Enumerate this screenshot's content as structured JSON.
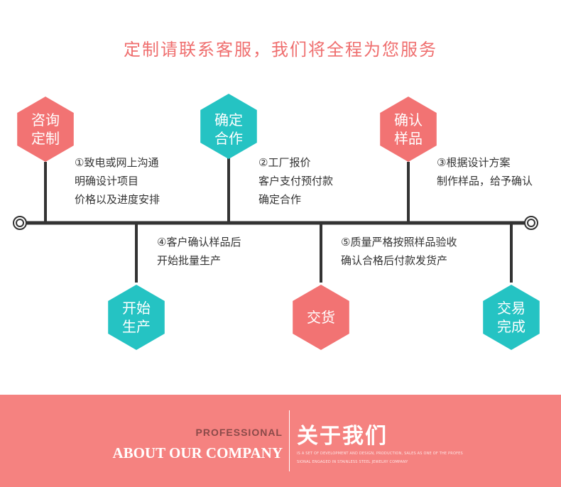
{
  "title": "定制请联系客服，我们将全程为您服务",
  "colors": {
    "coral": "#f27373",
    "teal": "#25c3c3",
    "line": "#333333",
    "band": "#f58280"
  },
  "steps": [
    {
      "label": [
        "咨询",
        "定制"
      ],
      "color": "coral",
      "desc": [
        "①致电或网上沟通",
        "明确设计项目",
        "价格以及进度安排"
      ]
    },
    {
      "label": [
        "确定",
        "合作"
      ],
      "color": "teal",
      "desc": [
        "②工厂报价",
        "客户支付预付款",
        "确定合作"
      ]
    },
    {
      "label": [
        "确认",
        "样品"
      ],
      "color": "coral",
      "desc": [
        "③根据设计方案",
        "制作样品，给予确认"
      ]
    },
    {
      "label": [
        "开始",
        "生产"
      ],
      "color": "teal",
      "desc": [
        "④客户确认样品后",
        "开始批量生产"
      ]
    },
    {
      "label": [
        "交货"
      ],
      "color": "coral",
      "desc": [
        "⑤质量严格按照样品验收",
        "确认合格后付款发货产"
      ]
    },
    {
      "label": [
        "交易",
        "完成"
      ],
      "color": "teal",
      "desc": []
    }
  ],
  "footer": {
    "professional": "PROFESSIONAL",
    "about": "ABOUT OUR COMPANY",
    "cn_title": "关于我们",
    "small_line1": "IS A SET OF DEVELOPMENT AND DESIGN, PRODUCTION, SALES AS ONE OF THE PROFES",
    "small_line2": "SIONAL ENGAGED IN STAINLESS STEEL JEWELRY COMPANY"
  }
}
